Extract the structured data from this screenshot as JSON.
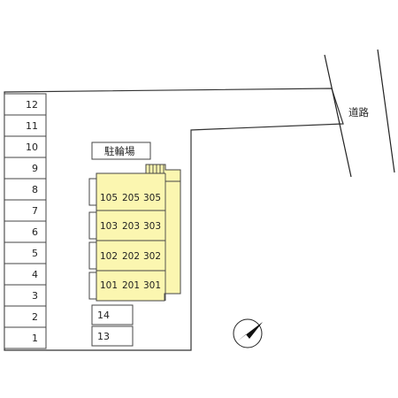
{
  "road_label": "道路",
  "bicycle_parking_label": "駐輪場",
  "parking_left": [
    "12",
    "11",
    "10",
    "9",
    "8",
    "7",
    "6",
    "5",
    "4",
    "3",
    "2",
    "1"
  ],
  "parking_bottom": [
    "14",
    "13"
  ],
  "units": [
    [
      "105",
      "205",
      "305"
    ],
    [
      "103",
      "203",
      "303"
    ],
    [
      "102",
      "202",
      "302"
    ],
    [
      "101",
      "201",
      "301"
    ]
  ],
  "colors": {
    "building_fill": "#fbf6b0",
    "line": "#222222"
  },
  "compass": {
    "icon": "north-arrow-icon"
  }
}
